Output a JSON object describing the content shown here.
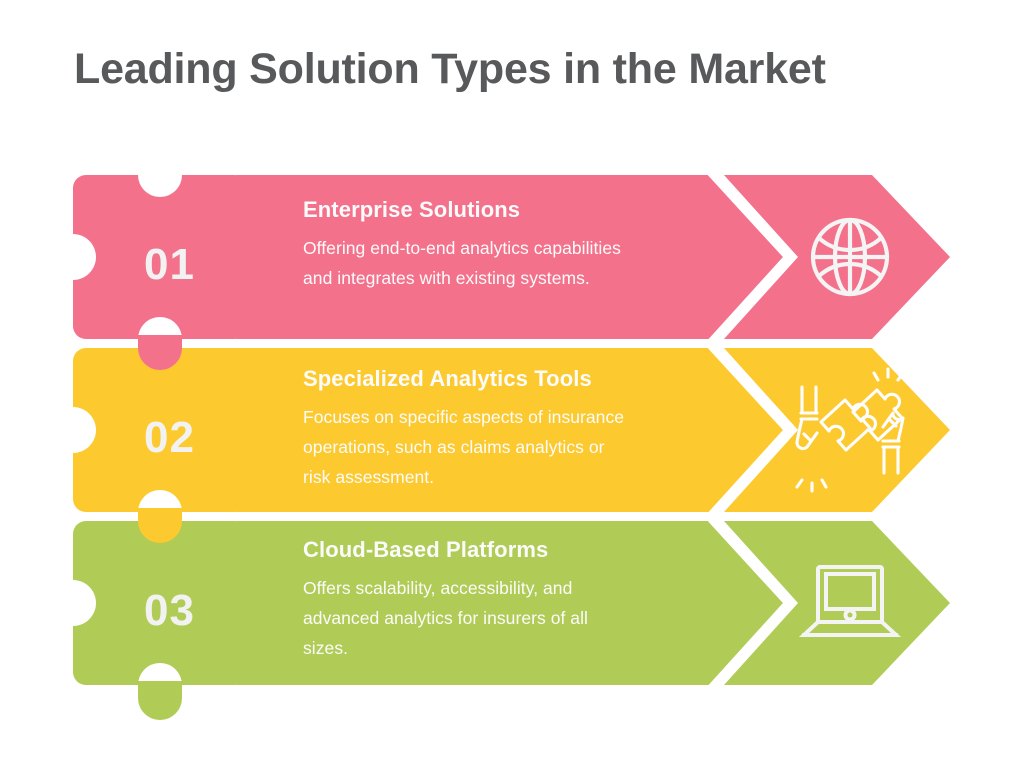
{
  "page": {
    "title": "Leading Solution Types in the Market",
    "background_color": "#ffffff",
    "title_color": "#58595b"
  },
  "rows": [
    {
      "number": "01",
      "title": "Enterprise Solutions",
      "description": "Offering end-to-end analytics capabilities and integrates with existing systems.",
      "description_lines": [
        "Offering end-to-end analytics capabilities",
        "and integrates with existing systems."
      ],
      "color": "#f4718c",
      "icon": "globe-icon",
      "text_color": "#fbfbfb"
    },
    {
      "number": "02",
      "title": "Specialized Analytics Tools",
      "description": "Focuses on specific aspects of insurance operations, such as claims analytics or risk assessment.",
      "description_lines": [
        "Focuses on specific aspects of insurance",
        "operations, such as claims analytics or",
        "risk assessment."
      ],
      "color": "#fcca2e",
      "icon": "puzzle-hands-icon",
      "text_color": "#fbfbfb"
    },
    {
      "number": "03",
      "title": "Cloud-Based Platforms",
      "description": "Offers scalability, accessibility, and advanced analytics for insurers of all sizes.",
      "description_lines": [
        "Offers scalability, accessibility, and",
        "advanced analytics for insurers of all",
        "sizes."
      ],
      "color": "#b0cc56",
      "icon": "laptop-icon",
      "text_color": "#fbfbfb"
    }
  ]
}
